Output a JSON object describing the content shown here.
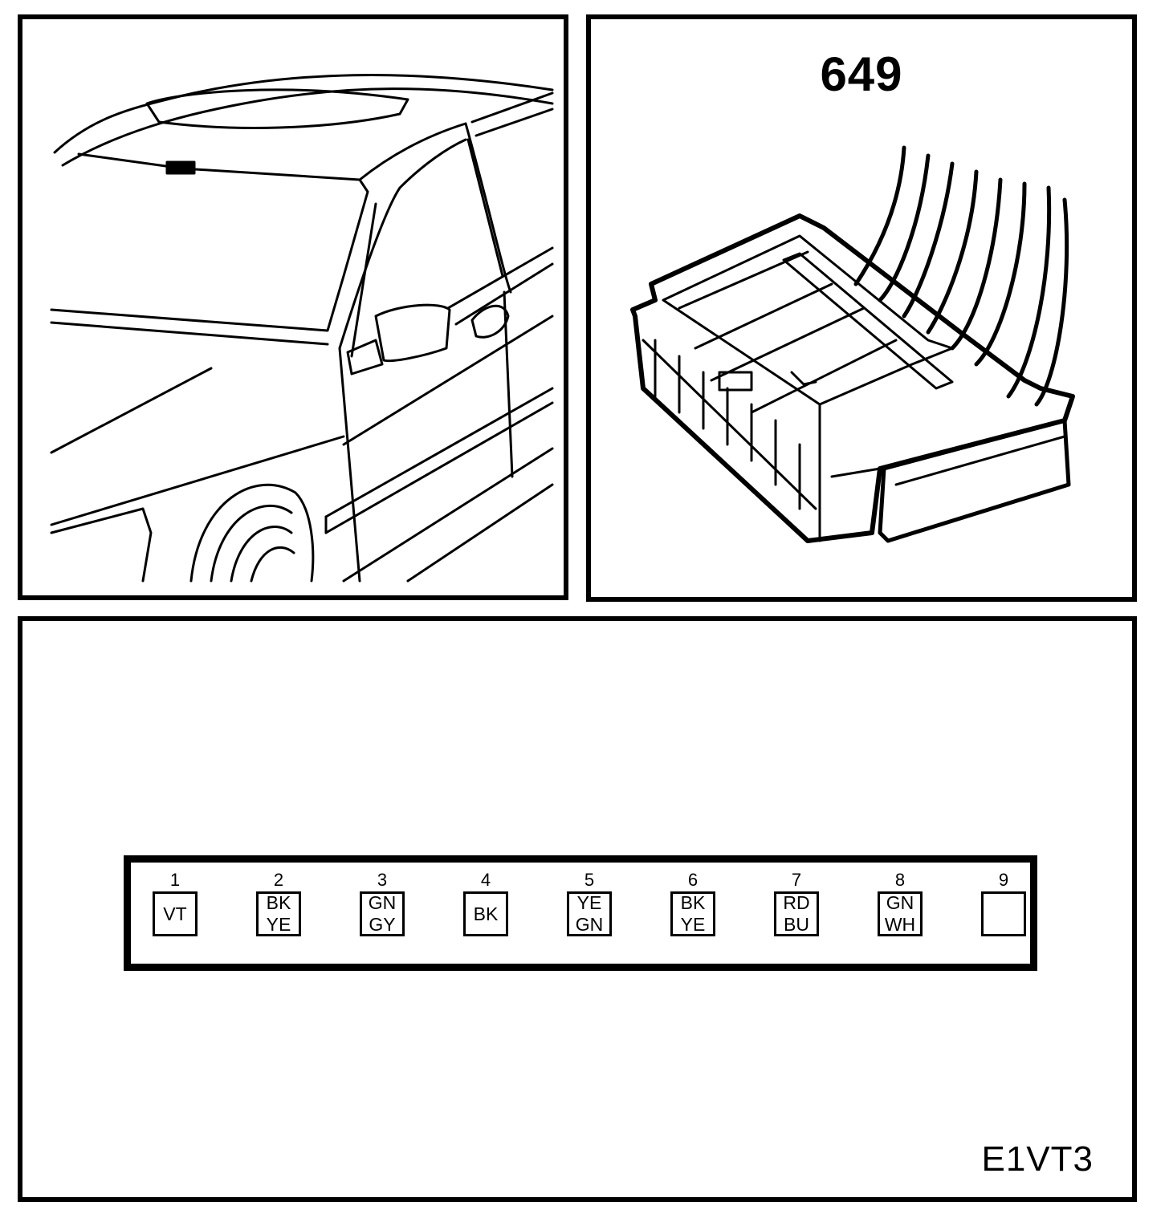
{
  "connector": {
    "number": "649",
    "pins": [
      {
        "num": "1",
        "colors": [
          "VT"
        ]
      },
      {
        "num": "2",
        "colors": [
          "BK",
          "YE"
        ]
      },
      {
        "num": "3",
        "colors": [
          "GN",
          "GY"
        ]
      },
      {
        "num": "4",
        "colors": [
          "BK"
        ]
      },
      {
        "num": "5",
        "colors": [
          "YE",
          "GN"
        ]
      },
      {
        "num": "6",
        "colors": [
          "BK",
          "YE"
        ]
      },
      {
        "num": "7",
        "colors": [
          "RD",
          "BU"
        ]
      },
      {
        "num": "8",
        "colors": [
          "GN",
          "WH"
        ]
      },
      {
        "num": "9",
        "colors": []
      }
    ]
  },
  "figure_code": "E1VT3"
}
